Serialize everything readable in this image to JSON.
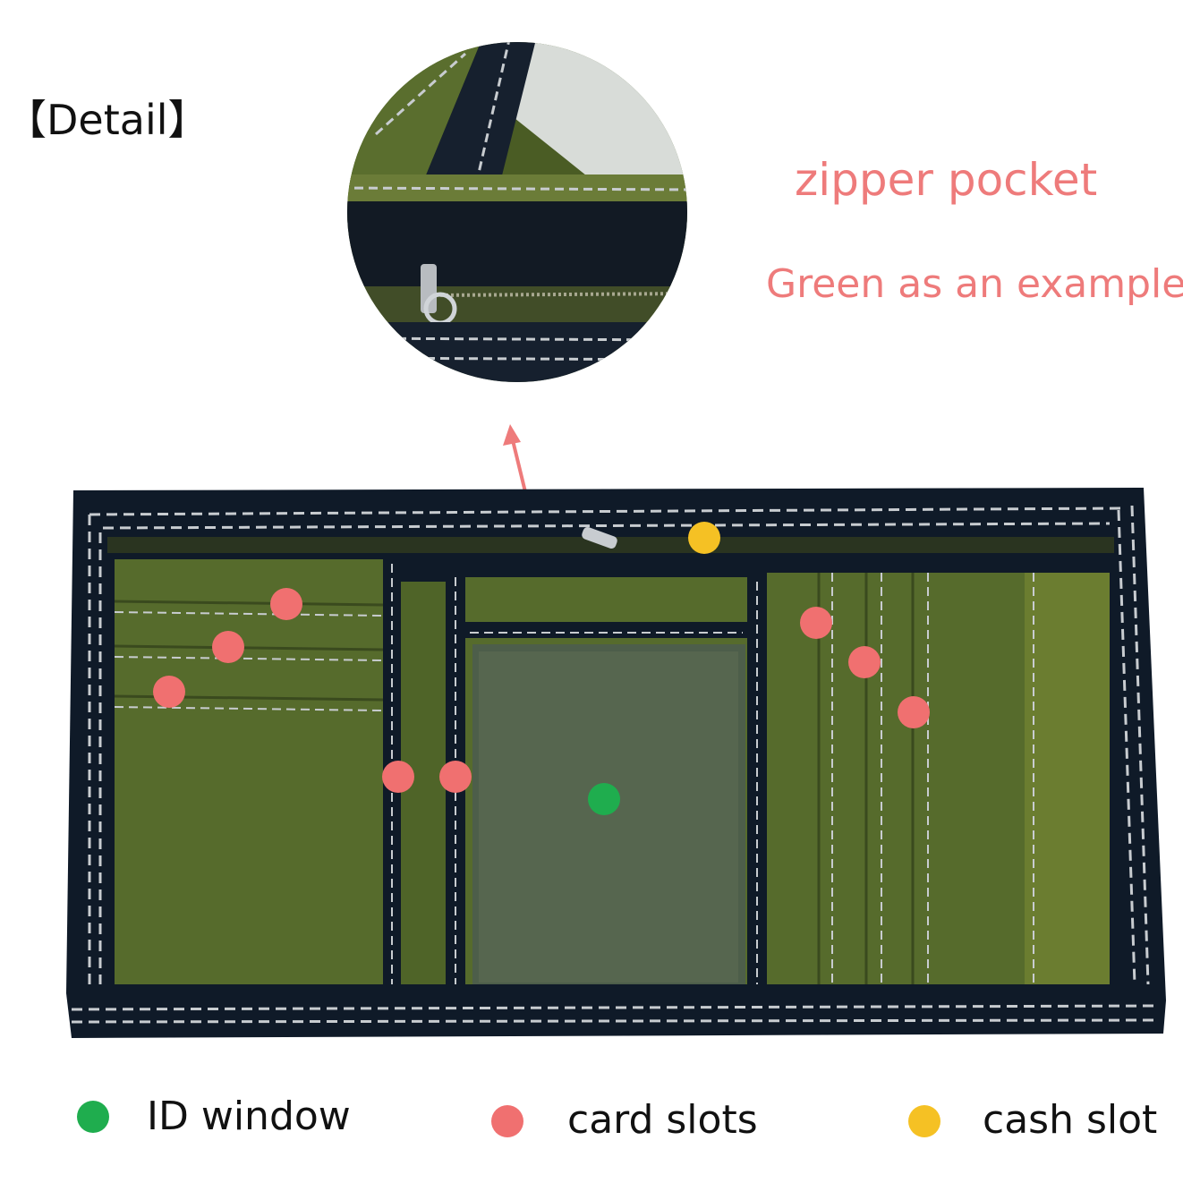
{
  "detail_title": "【Detail】",
  "annotations": {
    "zipper_pocket": "zipper pocket",
    "color_note": "Green as an example"
  },
  "legend": [
    {
      "label": "ID window",
      "color": "#1fad4e"
    },
    {
      "label": "card slots",
      "color": "#f07070"
    },
    {
      "label": "cash slot",
      "color": "#f5c124"
    }
  ],
  "colors": {
    "wallet_green": "#566b2c",
    "wallet_border": "#0f1a28",
    "stitch": "#c8ccd0",
    "annotation": "#ee7b7b"
  }
}
